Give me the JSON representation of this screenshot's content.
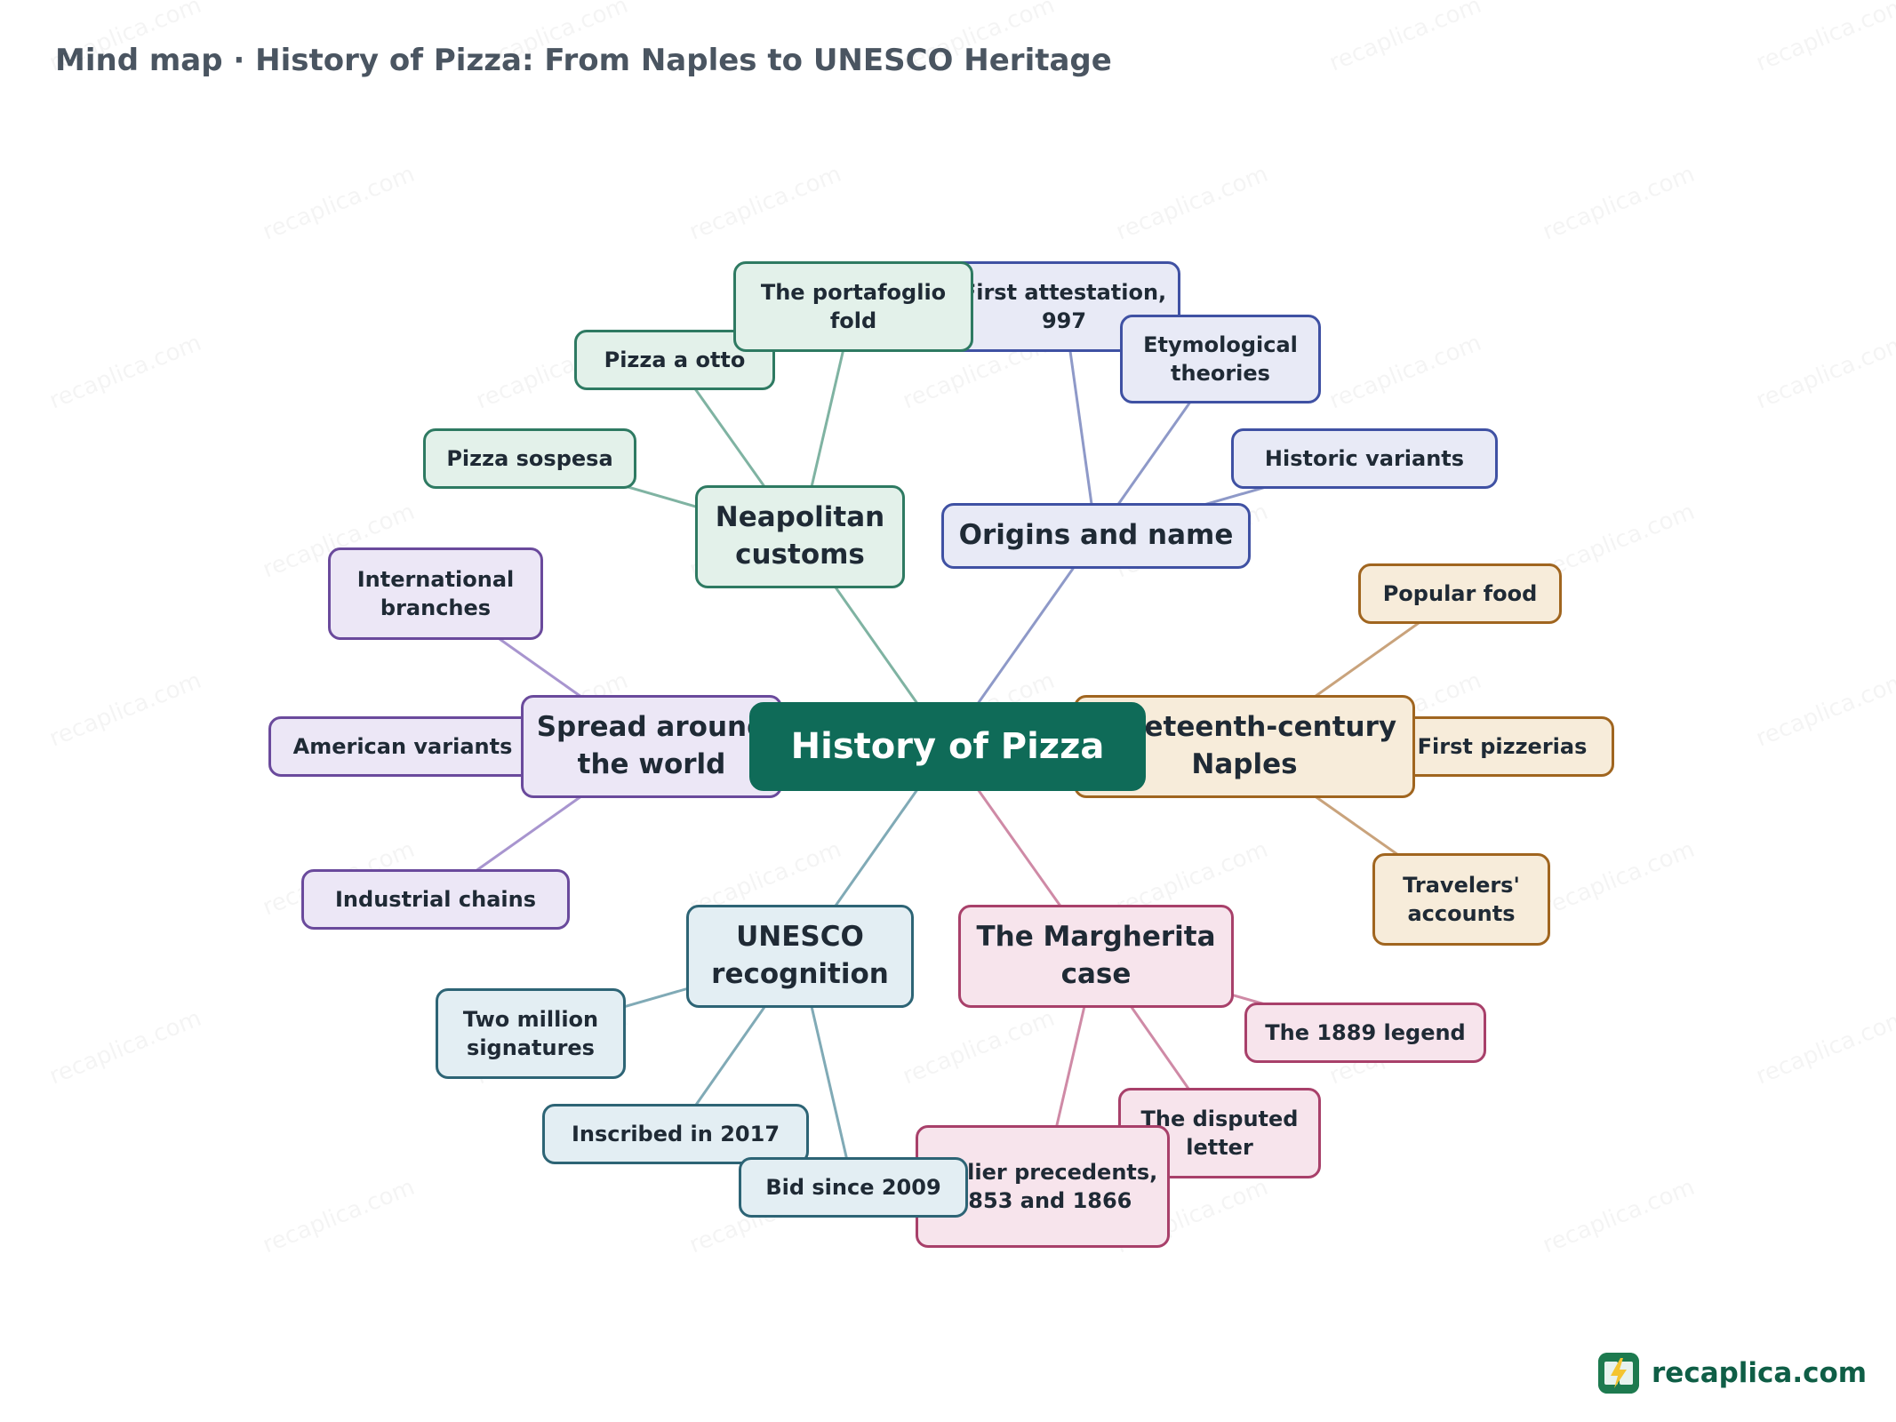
{
  "header": {
    "title": "Mind map · History of Pizza: From Naples to UNESCO Heritage"
  },
  "watermark": "recaplica.com",
  "logo": {
    "text": "recaplica.com",
    "icon": "recaplica-lightning-logo-icon",
    "color": "#1d7a4f"
  },
  "mindmap": {
    "root": {
      "label": "History of Pizza",
      "fill": "#0f6b58",
      "border": "#0f6b58"
    },
    "branches": [
      {
        "id": "origins",
        "label": "Origins and name",
        "fill": "#e8eaf6",
        "border": "#3f51a3",
        "line": "#8e99c8",
        "children": [
          {
            "label": "First attestation, 997"
          },
          {
            "label": "Etymological theories"
          },
          {
            "label": "Historic variants"
          }
        ]
      },
      {
        "id": "naples19",
        "label": "Nineteenth-century Naples",
        "fill": "#f7ecda",
        "border": "#a0651f",
        "line": "#c9a37c",
        "children": [
          {
            "label": "Popular food"
          },
          {
            "label": "First pizzerias"
          },
          {
            "label": "Travelers' accounts"
          }
        ]
      },
      {
        "id": "margherita",
        "label": "The Margherita case",
        "fill": "#f7e4ec",
        "border": "#a8406a",
        "line": "#cf8aa6",
        "children": [
          {
            "label": "The 1889 legend"
          },
          {
            "label": "The disputed letter"
          },
          {
            "label": "Earlier precedents, 1853 and 1866"
          }
        ]
      },
      {
        "id": "unesco",
        "label": "UNESCO recognition",
        "fill": "#e3eef3",
        "border": "#2d6475",
        "line": "#80aab6",
        "children": [
          {
            "label": "Two million signatures"
          },
          {
            "label": "Inscribed in 2017"
          },
          {
            "label": "Bid since 2009"
          }
        ]
      },
      {
        "id": "spread",
        "label": "Spread around the world",
        "fill": "#ece7f6",
        "border": "#6a4a9c",
        "line": "#a895cf",
        "children": [
          {
            "label": "International branches"
          },
          {
            "label": "American variants"
          },
          {
            "label": "Industrial chains"
          }
        ]
      },
      {
        "id": "customs",
        "label": "Neapolitan customs",
        "fill": "#e3f1ea",
        "border": "#2e7a62",
        "line": "#7fb3a2",
        "children": [
          {
            "label": "Pizza sospesa"
          },
          {
            "label": "Pizza a otto"
          },
          {
            "label": "The portafoglio fold"
          }
        ]
      }
    ]
  }
}
